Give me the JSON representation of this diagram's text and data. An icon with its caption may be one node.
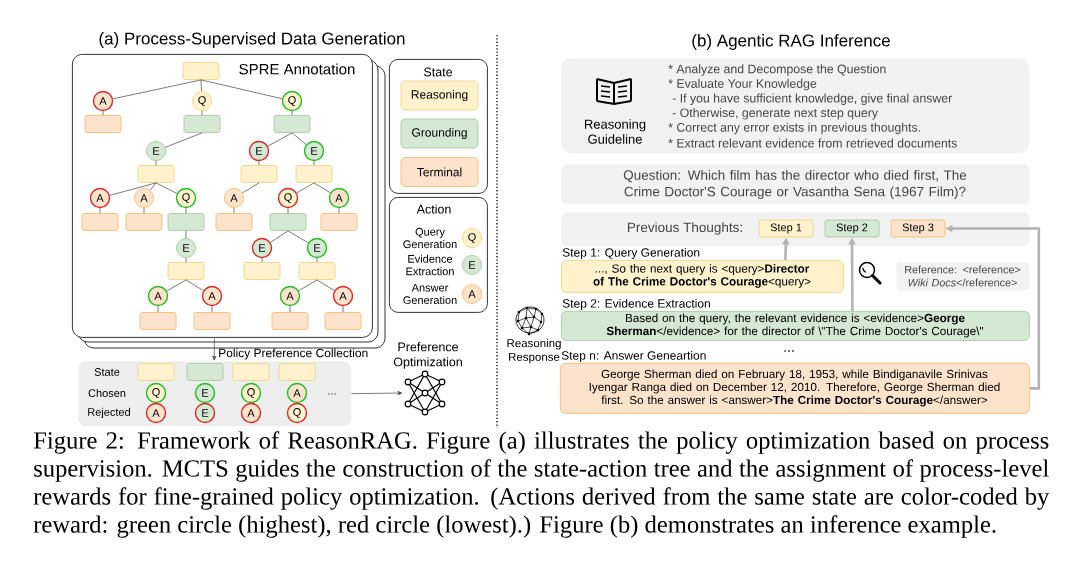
{
  "diagram": {
    "caption": "Figure 2: Framework of ReasonRAG. Figure (a) illustrates the policy optimization based on process supervision. MCTS guides the construction of the state-action tree and the assignment of process-level rewards for fine-grained policy optimization. (Actions derived from the same state are color-coded by reward: green circle (highest), red circle (lowest).) Figure (b) demonstrates an inference example.",
    "nodes": [
      {
        "text": [
          "SPRE Annotation"
        ]
      },
      {
        "text": [],
        "shape": "box",
        "in": 0
      },
      {
        "text": [
          "A"
        ],
        "in": 0
      },
      {
        "text": [
          "Q"
        ],
        "in": 0
      },
      {
        "text": [
          "Q"
        ],
        "in": 0
      },
      {
        "text": [],
        "shape": "box",
        "in": 0
      },
      {
        "text": [],
        "shape": "box",
        "in": 0
      },
      {
        "text": [],
        "shape": "box",
        "in": 0
      },
      {
        "text": [
          "E"
        ],
        "in": 0
      },
      {
        "text": [
          "E"
        ],
        "in": 0
      },
      {
        "text": [
          "E"
        ],
        "in": 0
      },
      {
        "text": [],
        "shape": "box",
        "in": 0
      },
      {
        "text": [],
        "shape": "box",
        "in": 0
      },
      {
        "text": [],
        "shape": "box",
        "in": 0
      },
      {
        "text": [
          "A"
        ],
        "in": 0
      },
      {
        "text": [
          "A"
        ],
        "in": 0
      },
      {
        "text": [
          "Q"
        ],
        "in": 0
      },
      {
        "text": [
          "A"
        ],
        "in": 0
      },
      {
        "text": [
          "Q"
        ],
        "in": 0
      },
      {
        "text": [
          "A"
        ],
        "in": 0
      },
      {
        "text": [],
        "shape": "box",
        "in": 0
      },
      {
        "text": [],
        "shape": "box",
        "in": 0
      },
      {
        "text": [],
        "shape": "box",
        "in": 0
      },
      {
        "text": [],
        "shape": "box",
        "in": 0
      },
      {
        "text": [],
        "shape": "box",
        "in": 0
      },
      {
        "text": [],
        "shape": "box",
        "in": 0
      },
      {
        "text": [
          "E"
        ],
        "in": 0
      },
      {
        "text": [
          "E"
        ],
        "in": 0
      },
      {
        "text": [
          "E"
        ],
        "in": 0
      },
      {
        "text": [],
        "shape": "box",
        "in": 0
      },
      {
        "text": [],
        "shape": "box",
        "in": 0
      },
      {
        "text": [],
        "shape": "box",
        "in": 0
      },
      {
        "text": [
          "A"
        ],
        "in": 0
      },
      {
        "text": [
          "A"
        ],
        "in": 0
      },
      {
        "text": [
          "A"
        ],
        "in": 0
      },
      {
        "text": [
          "A"
        ],
        "in": 0
      },
      {
        "text": [],
        "shape": "box",
        "in": 0
      },
      {
        "text": [],
        "shape": "box",
        "in": 0
      },
      {
        "text": [],
        "shape": "box",
        "in": 0
      },
      {
        "text": [],
        "shape": "box",
        "in": 0
      },
      {
        "text": [
          "State"
        ]
      },
      {
        "text": [
          "Reasoning"
        ],
        "in": 40
      },
      {
        "text": [
          "Grounding"
        ],
        "in": 40
      },
      {
        "text": [
          "Terminal"
        ],
        "in": 40
      },
      {
        "text": [
          "Action"
        ]
      },
      {
        "text": [
          "Q"
        ],
        "in": 44,
        "beside": [
          "Query Generation"
        ]
      },
      {
        "text": [
          "E"
        ],
        "in": 44,
        "beside": [
          "Evidence Extraction"
        ]
      },
      {
        "text": [
          "A"
        ],
        "in": 44,
        "beside": [
          "Answer Generation"
        ]
      },
      {
        "text": [
          "State",
          "Chosen",
          "Rejected",
          "..."
        ]
      },
      {
        "text": [],
        "shape": "box",
        "in": 48
      },
      {
        "text": [],
        "shape": "box",
        "in": 48
      },
      {
        "text": [],
        "shape": "box",
        "in": 48
      },
      {
        "text": [],
        "shape": "box",
        "in": 48
      },
      {
        "text": [
          "Q"
        ],
        "in": 48
      },
      {
        "text": [
          "E"
        ],
        "in": 48
      },
      {
        "text": [
          "Q"
        ],
        "in": 48
      },
      {
        "text": [
          "A"
        ],
        "in": 48
      },
      {
        "text": [
          "A"
        ],
        "in": 48
      },
      {
        "text": [
          "E"
        ],
        "in": 48
      },
      {
        "text": [
          "A"
        ],
        "in": 48
      },
      {
        "text": [
          "Q"
        ],
        "in": 48
      },
      {
        "text": [],
        "shape": "picture",
        "beside": [
          "Preference Optimization"
        ]
      },
      {
        "text": [
          "Reasoning Guideline",
          "* Analyze and Decompose the Question",
          "* Evaluate Your Knowledge",
          "- If you have sufficient knowledge, give final answer",
          "- Otherwise, generate next step query",
          "* Correct any error exists in previous thoughts.",
          "* Extract relevant evidence from retrieved documents"
        ]
      },
      {
        "text": [
          "Question: Which film has the director who died first, The Crime Doctor'S Courage or Vasantha Sena (1967 Film)?"
        ]
      },
      {
        "text": [
          "Previous Thoughts:"
        ]
      },
      {
        "text": [
          "Step 1"
        ],
        "in": 64
      },
      {
        "text": [
          "Step 2"
        ],
        "in": 64
      },
      {
        "text": [
          "Step 3"
        ],
        "in": 64
      },
      {
        "text": [
          "Step 1: Query Generation",
          "..., So the next query is <query>**Director of The Crime Doctor's Courage**<query>"
        ]
      },
      {
        "text": [
          "Reference: <reference> *Wiki Docs*</reference>"
        ]
      },
      {
        "text": [
          "Step 2: Evidence Extraction",
          "Based on the query, the relevant evidence is <evidence>**George Sherman**</evidence> for the director of \\\"The Crime Doctor's Courage\\\""
        ]
      },
      {
        "text": [
          "Step n: Answer Geneartion",
          "George Sherman died on February 18, 1953, while Bindiganavile Srinivas Iyengar Ranga died on December 12, 2010. Therefore, George Sherman died first. So the answer is <answer>**The Crime Doctor's Courage**</answer>"
        ]
      }
    ],
    "edges": [
      {
        "from": 1,
        "to": 2,
        "arrow": "none"
      },
      {
        "from": 1,
        "to": 3,
        "arrow": "none"
      },
      {
        "from": 1,
        "to": 4,
        "arrow": "none"
      },
      {
        "from": 2,
        "to": 5,
        "arrow": "none"
      },
      {
        "from": 3,
        "to": 6,
        "arrow": "none"
      },
      {
        "from": 4,
        "to": 7,
        "arrow": "none"
      },
      {
        "from": 6,
        "to": 8,
        "arrow": "none"
      },
      {
        "from": 7,
        "to": 9,
        "arrow": "none"
      },
      {
        "from": 7,
        "to": 10,
        "arrow": "none"
      },
      {
        "from": 8,
        "to": 11,
        "arrow": "none"
      },
      {
        "from": 9,
        "to": 12,
        "arrow": "none"
      },
      {
        "from": 10,
        "to": 13,
        "arrow": "none"
      },
      {
        "from": 11,
        "to": 14,
        "arrow": "none"
      },
      {
        "from": 11,
        "to": 15,
        "arrow": "none"
      },
      {
        "from": 11,
        "to": 16,
        "arrow": "none"
      },
      {
        "from": 12,
        "to": 17,
        "arrow": "none"
      },
      {
        "from": 13,
        "to": 18,
        "arrow": "none"
      },
      {
        "from": 13,
        "to": 19,
        "arrow": "none"
      },
      {
        "from": 14,
        "to": 20,
        "arrow": "none"
      },
      {
        "from": 15,
        "to": 21,
        "arrow": "none"
      },
      {
        "from": 16,
        "to": 22,
        "arrow": "none"
      },
      {
        "from": 17,
        "to": 23,
        "arrow": "none"
      },
      {
        "from": 18,
        "to": 24,
        "arrow": "none"
      },
      {
        "from": 19,
        "to": 25,
        "arrow": "none"
      },
      {
        "from": 22,
        "to": 26,
        "arrow": "none"
      },
      {
        "from": 24,
        "to": 27,
        "arrow": "none"
      },
      {
        "from": 24,
        "to": 28,
        "arrow": "none"
      },
      {
        "from": 26,
        "to": 29,
        "arrow": "none"
      },
      {
        "from": 27,
        "to": 30,
        "arrow": "none"
      },
      {
        "from": 28,
        "to": 31,
        "arrow": "none"
      },
      {
        "from": 29,
        "to": 32,
        "arrow": "none"
      },
      {
        "from": 29,
        "to": 33,
        "arrow": "none"
      },
      {
        "from": 31,
        "to": 34,
        "arrow": "none"
      },
      {
        "from": 31,
        "to": 35,
        "arrow": "none"
      },
      {
        "from": 32,
        "to": 36,
        "arrow": "none"
      },
      {
        "from": 33,
        "to": 37,
        "arrow": "none"
      },
      {
        "from": 34,
        "to": 38,
        "arrow": "none"
      },
      {
        "from": 35,
        "to": 39,
        "arrow": "none"
      },
      {
        "from": 0,
        "to": 48,
        "arrow": "to",
        "label": "Policy Preference Collection"
      },
      {
        "from": 48,
        "to": 61,
        "arrow": "to"
      },
      {
        "from": 68,
        "to": 65,
        "arrow": "to",
        "style": "thick",
        "color": "#b3b3b3"
      },
      {
        "from": 70,
        "to": 66,
        "arrow": "to",
        "style": "thick",
        "color": "#b3b3b3"
      },
      {
        "from": 71,
        "to": 67,
        "arrow": "to",
        "style": "thick",
        "color": "#b3b3b3"
      }
    ],
    "labels": [
      "(a)  Process-Supervised Data Generation",
      "(b) Agentic RAG Inference",
      "...",
      "Reasoning Response"
    ]
  }
}
